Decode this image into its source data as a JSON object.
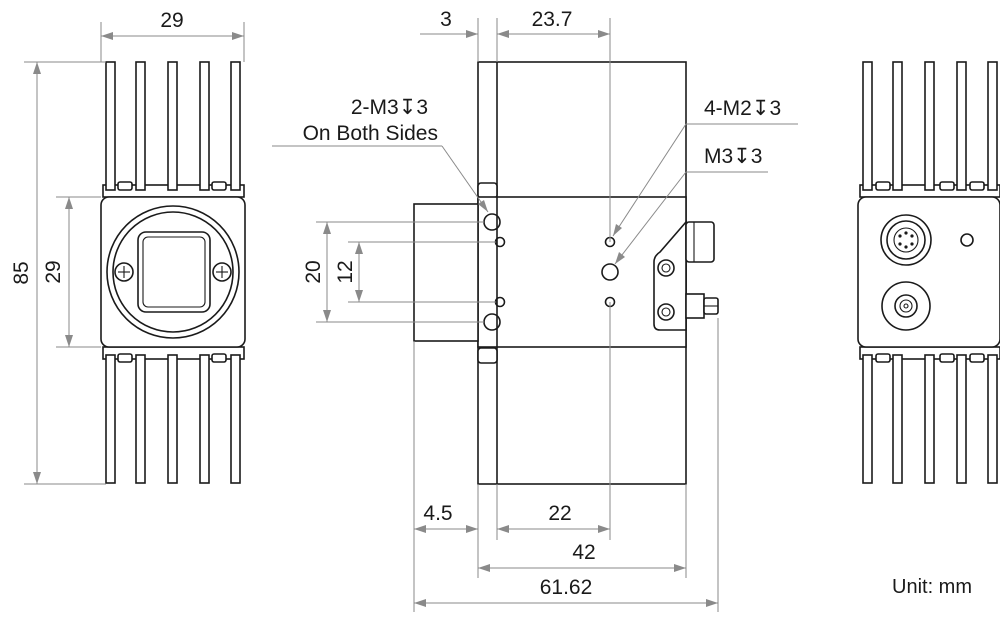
{
  "dimensions": {
    "front_width": "29",
    "front_total_height": "85",
    "front_body_height": "29",
    "side_flange": "3",
    "side_hole_pitch": "23.7",
    "side_vertical_20": "20",
    "side_vertical_12": "12",
    "side_bottom_4_5": "4.5",
    "side_bottom_22": "22",
    "side_bottom_42": "42",
    "side_total_length": "61.62"
  },
  "callouts": {
    "holes_2_m3": "2-M3↧3",
    "on_both_sides": "On Both Sides",
    "holes_4_m2": "4-M2↧3",
    "hole_m3": "M3↧3"
  },
  "unit_label": "Unit: mm",
  "colors": {
    "outline": "#1a1a1a",
    "dimension": "#8a8a8a",
    "background": "#ffffff"
  }
}
